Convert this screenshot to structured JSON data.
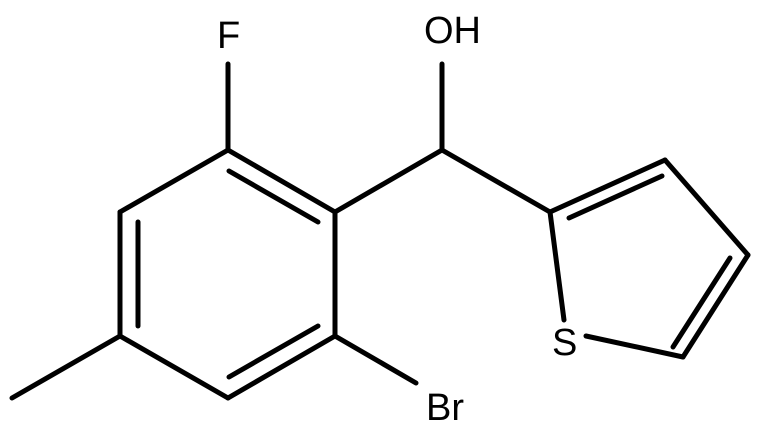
{
  "molecule": {
    "atoms": {
      "F": "F",
      "OH": "OH",
      "S": "S",
      "Br": "Br"
    }
  }
}
